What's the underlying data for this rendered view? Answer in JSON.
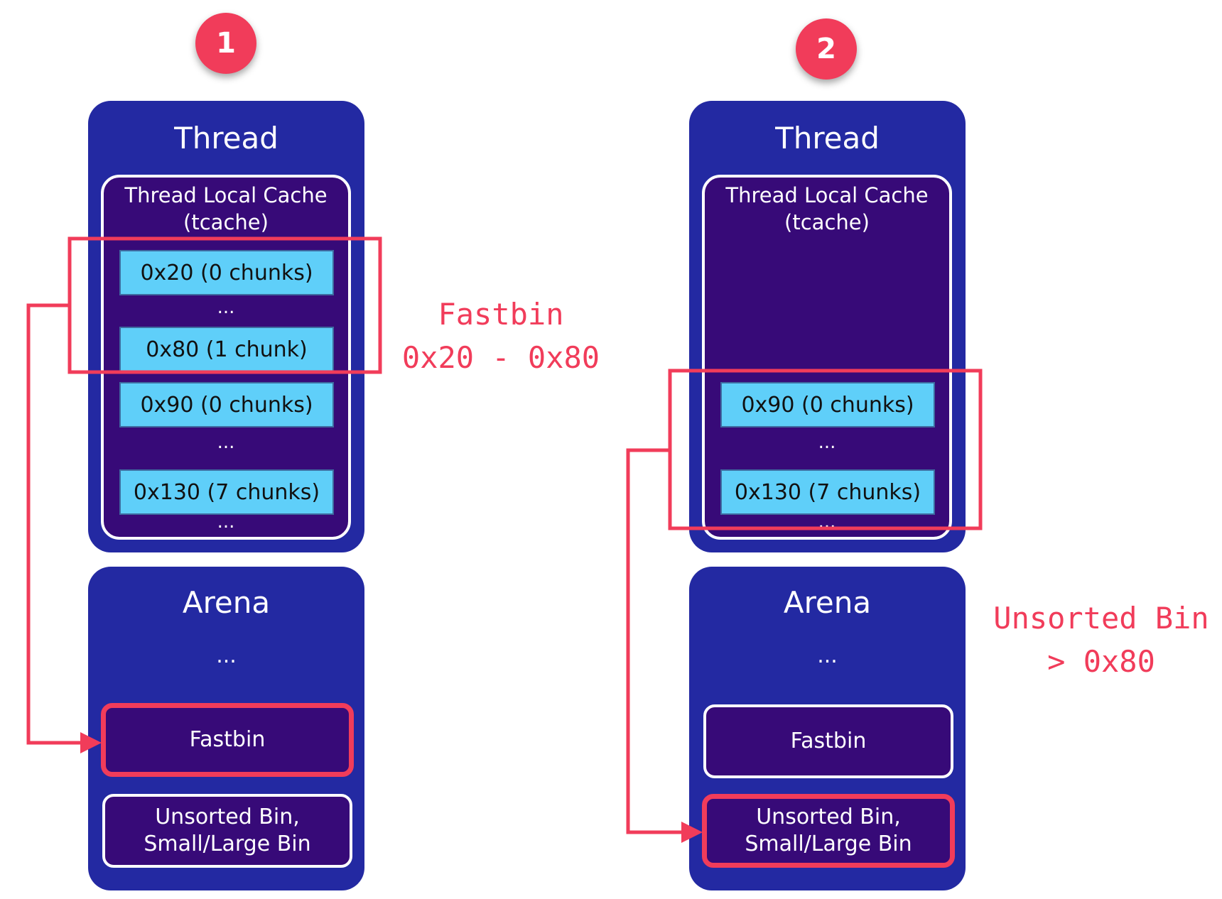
{
  "steps": [
    "1",
    "2"
  ],
  "left": {
    "thread_title": "Thread",
    "cache_title_1": "Thread Local Cache",
    "cache_title_2": "(tcache)",
    "bins": [
      "0x20 (0 chunks)",
      "0x80 (1 chunk)",
      "0x90 (0 chunks)",
      "0x130 (7 chunks)"
    ],
    "ellipsis": "...",
    "arena_title": "Arena",
    "fastbin": "Fastbin",
    "unsorted_1": "Unsorted Bin,",
    "unsorted_2": "Small/Large Bin"
  },
  "right": {
    "thread_title": "Thread",
    "cache_title_1": "Thread Local Cache",
    "cache_title_2": "(tcache)",
    "bins": [
      "0x90 (0 chunks)",
      "0x130 (7 chunks)"
    ],
    "ellipsis": "...",
    "arena_title": "Arena",
    "fastbin": "Fastbin",
    "unsorted_1": "Unsorted Bin,",
    "unsorted_2": "Small/Large Bin"
  },
  "annotations": {
    "fastbin_label": "Fastbin",
    "fastbin_range": "0x20 - 0x80",
    "unsorted_label": "Unsorted Bin",
    "unsorted_range": "> 0x80"
  },
  "colors": {
    "highlight": "#f13c5a",
    "panel": "#2329a2",
    "inner": "#370a78",
    "chip": "#5fcff9"
  }
}
